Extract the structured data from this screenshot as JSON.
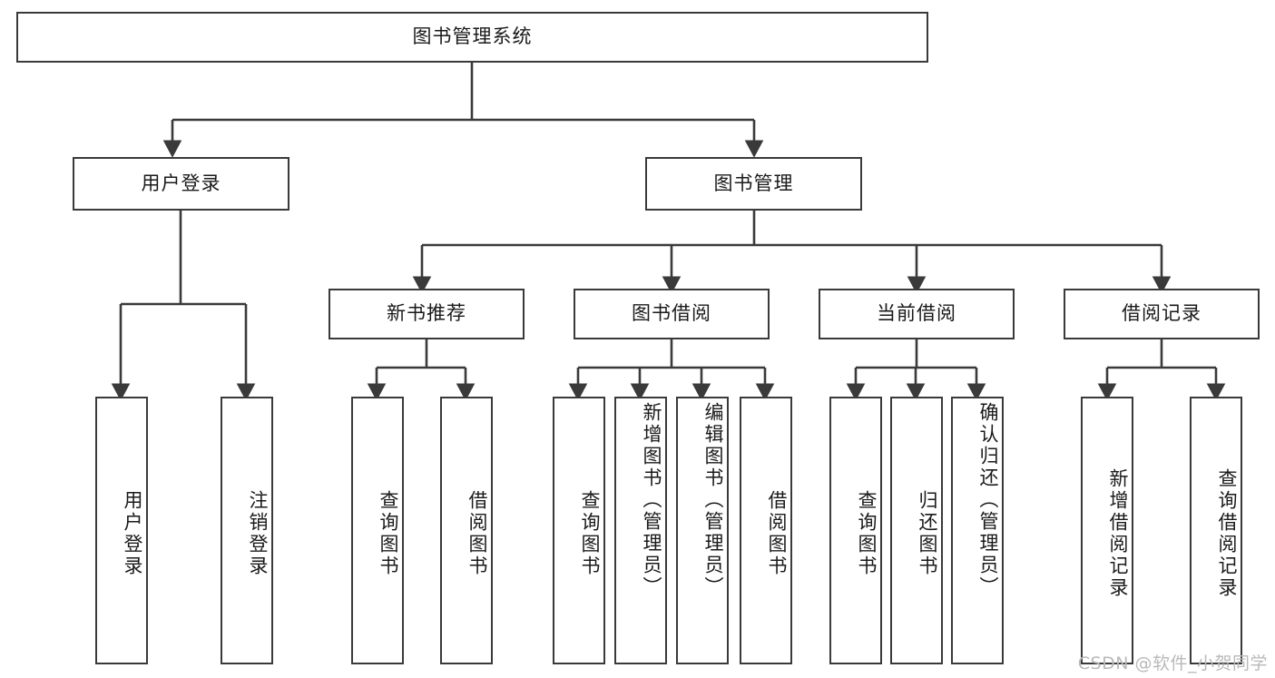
{
  "diagram": {
    "type": "tree",
    "title": "图书管理系统",
    "root": {
      "label": "图书管理系统"
    },
    "level2": [
      {
        "label": "用户登录"
      },
      {
        "label": "图书管理"
      }
    ],
    "level3": [
      {
        "label": "新书推荐"
      },
      {
        "label": "图书借阅"
      },
      {
        "label": "当前借阅"
      },
      {
        "label": "借阅记录"
      }
    ],
    "leaves": {
      "user_login": [
        {
          "label": "用户登录"
        },
        {
          "label": "注销登录"
        }
      ],
      "new_book_recommend": [
        {
          "label": "查询图书"
        },
        {
          "label": "借阅图书"
        }
      ],
      "book_borrow": [
        {
          "label": "查询图书"
        },
        {
          "label": "新增图书（管理员）"
        },
        {
          "label": "编辑图书（管理员）"
        },
        {
          "label": "借阅图书"
        }
      ],
      "current_borrow": [
        {
          "label": "查询图书"
        },
        {
          "label": "归还图书"
        },
        {
          "label": "确认归还（管理员）"
        }
      ],
      "borrow_record": [
        {
          "label": "新增借阅记录"
        },
        {
          "label": "查询借阅记录"
        }
      ]
    },
    "watermark": "CSDN @软件_小贺同学",
    "colors": {
      "border": "#3a3a3a",
      "fill": "#ffffff",
      "text": "#1a1a1a",
      "watermark": "#b9b9b9"
    }
  }
}
